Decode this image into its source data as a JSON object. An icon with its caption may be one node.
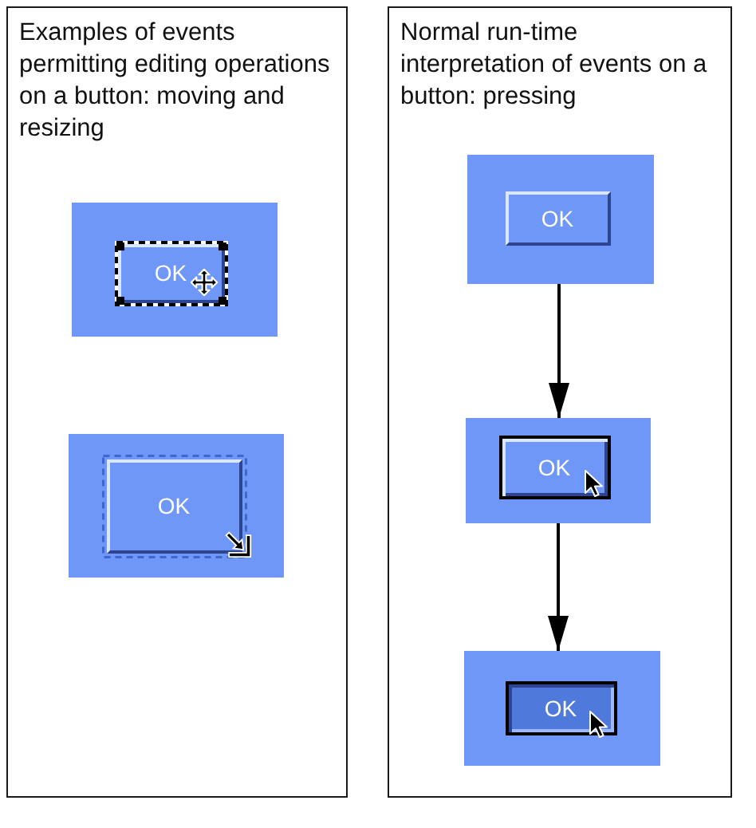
{
  "diagram": {
    "nodes": [
      {
        "text": [
          "Examples of events permitting editing operations on a button: moving and resizing"
        ]
      },
      {
        "text": [],
        "shape": "box",
        "in": 0
      },
      {
        "text": [
          "OK"
        ],
        "in": 1
      },
      {
        "text": [],
        "shape": "box",
        "in": 0
      },
      {
        "text": [
          "OK"
        ],
        "in": 3
      },
      {
        "text": [
          "Normal run-time interpretation of events on a button: pressing"
        ]
      },
      {
        "text": [],
        "shape": "box",
        "in": 5
      },
      {
        "text": [
          "OK"
        ],
        "in": 6
      },
      {
        "text": [],
        "shape": "box",
        "in": 5
      },
      {
        "text": [
          "OK"
        ],
        "in": 8
      },
      {
        "text": [],
        "shape": "box",
        "in": 5
      },
      {
        "text": [
          "OK"
        ],
        "in": 10
      }
    ],
    "edges": [
      {
        "from": 6,
        "to": 8,
        "arrow": "to"
      },
      {
        "from": 8,
        "to": 10,
        "arrow": "to"
      }
    ]
  }
}
